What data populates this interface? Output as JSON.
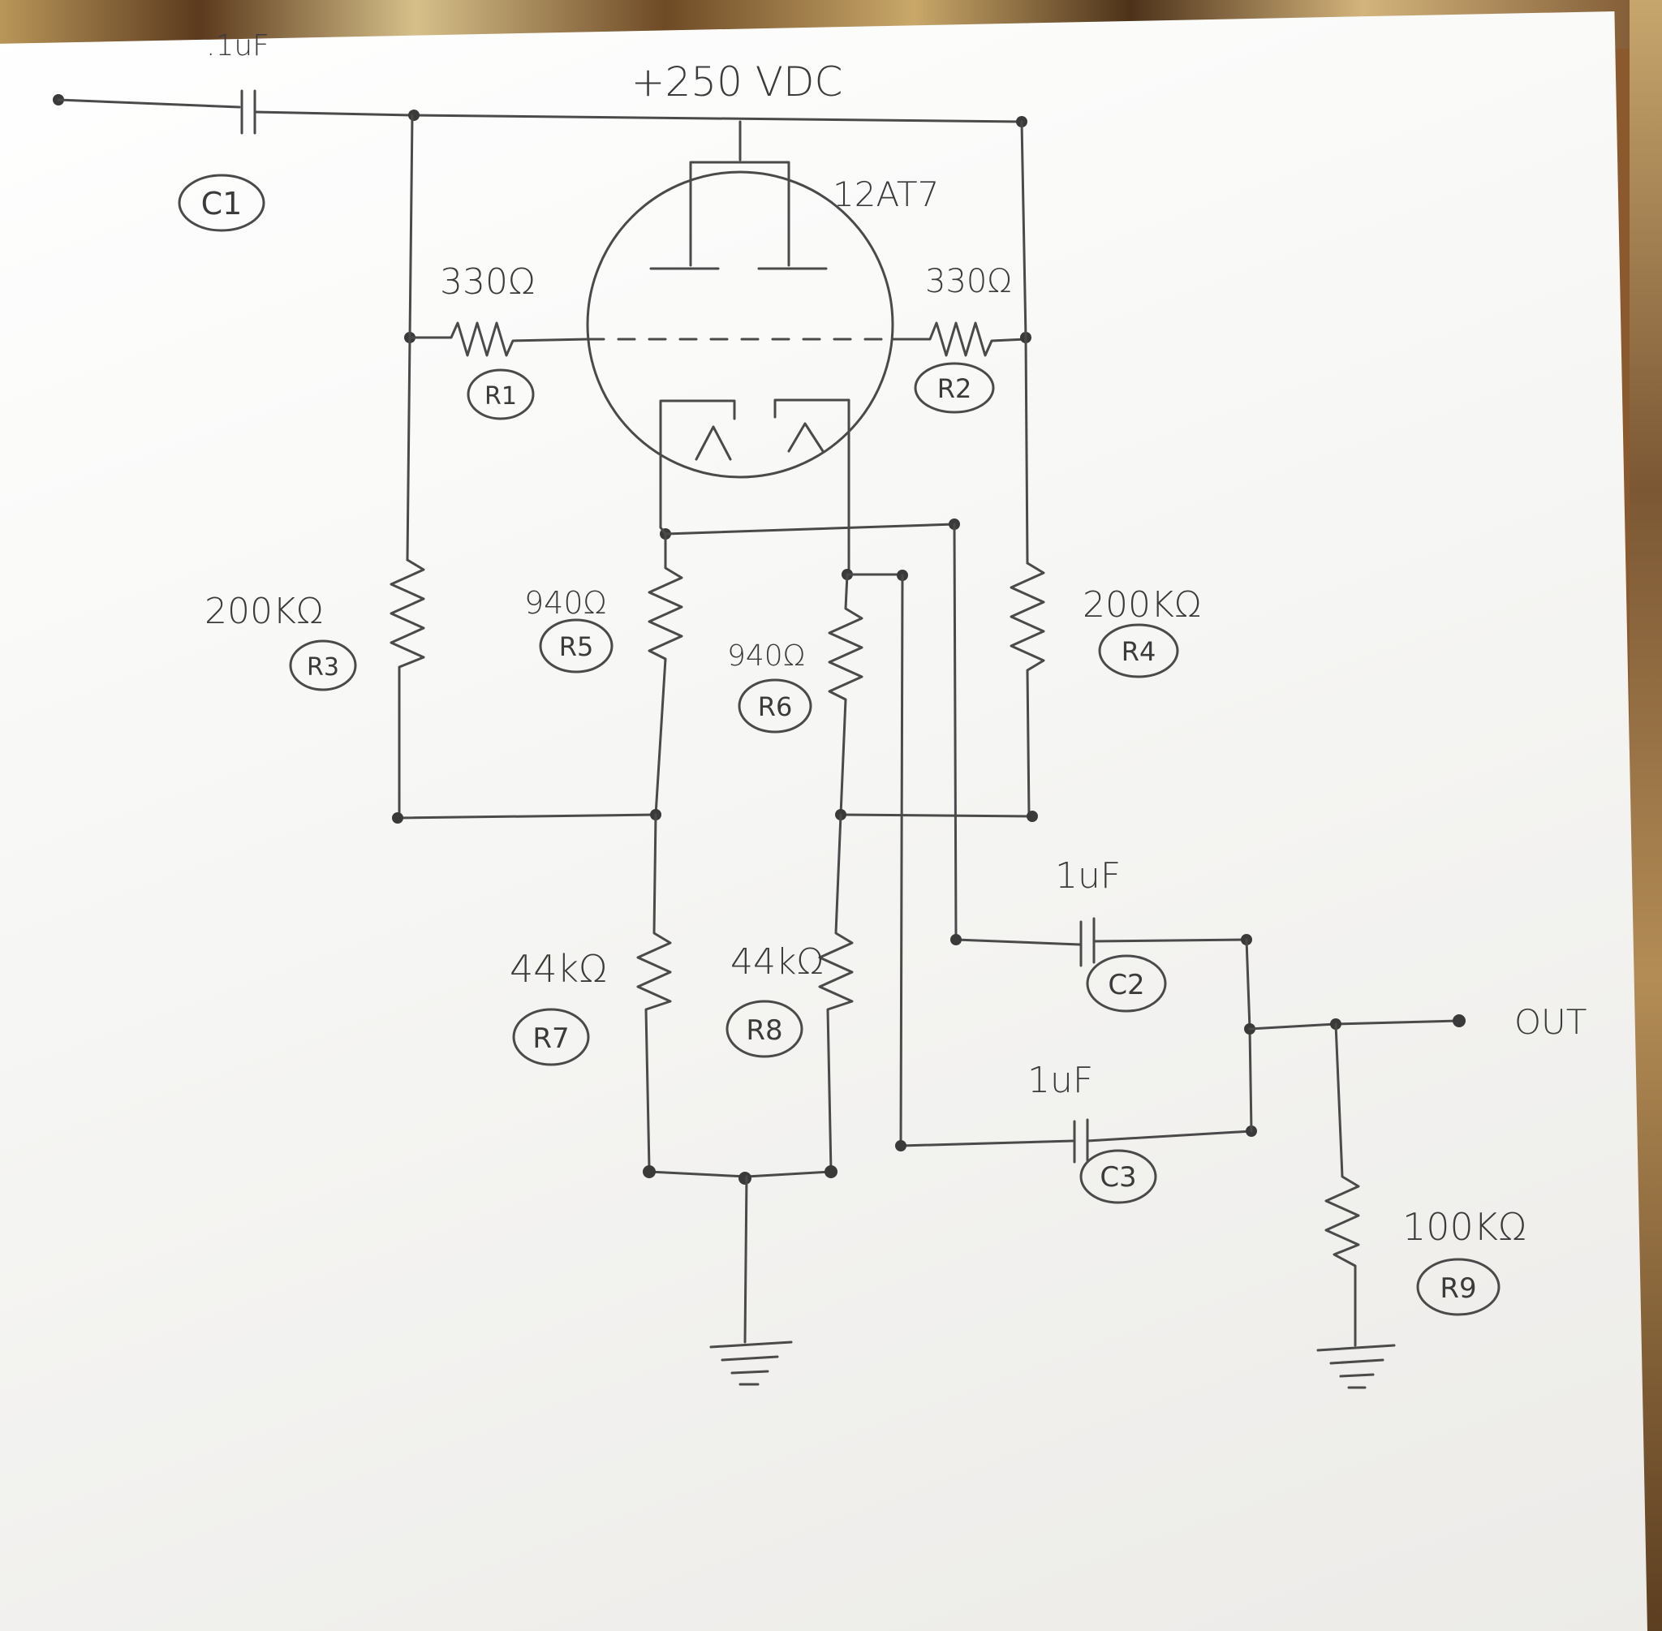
{
  "labels": {
    "supply": "+250 VDC",
    "tube": "12AT7",
    "c1_value": ".1uF",
    "r1_value": "330Ω",
    "r2_value": "330Ω",
    "r3_value": "200KΩ",
    "r4_value": "200KΩ",
    "r5_value": "940Ω",
    "r6_value": "940Ω",
    "r7_value": "44kΩ",
    "r8_value": "44kΩ",
    "c2_value": "1uF",
    "c3_value": "1uF",
    "r9_value": "100KΩ",
    "out": "OUT"
  },
  "refs": {
    "c1": "C1",
    "c2": "C2",
    "c3": "C3",
    "r1": "R1",
    "r2": "R2",
    "r3": "R3",
    "r4": "R4",
    "r5": "R5",
    "r6": "R6",
    "r7": "R7",
    "r8": "R8",
    "r9": "R9"
  }
}
